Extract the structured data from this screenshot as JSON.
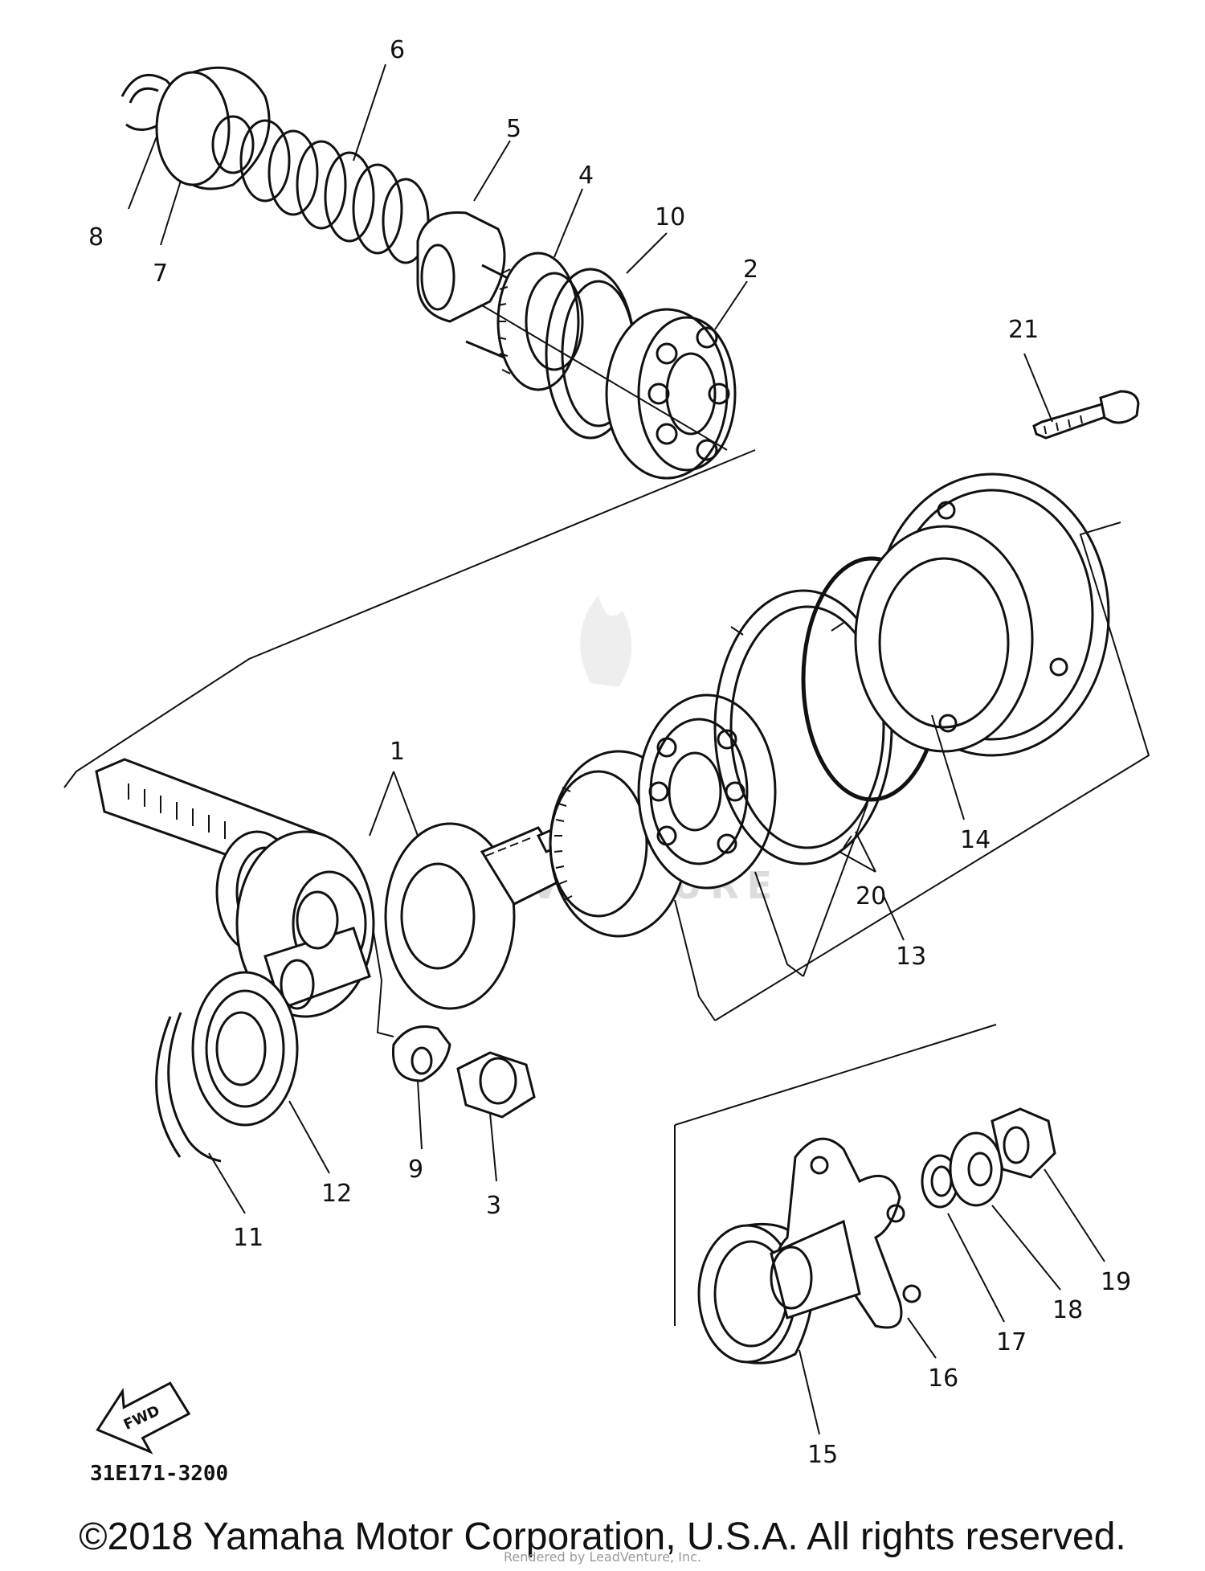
{
  "diagram": {
    "part_labels": [
      "1",
      "2",
      "3",
      "4",
      "5",
      "6",
      "7",
      "8",
      "9",
      "10",
      "11",
      "12",
      "13",
      "14",
      "15",
      "16",
      "17",
      "18",
      "19",
      "20",
      "21"
    ],
    "fwd_label": "FWD",
    "diagram_code": "31E171-3200",
    "watermark": "VENTURE"
  },
  "footer": {
    "copyright": "©2018 Yamaha Motor Corporation, U.S.A. All rights reserved.",
    "rendered_by": "Rendered by LeadVenture, Inc."
  }
}
